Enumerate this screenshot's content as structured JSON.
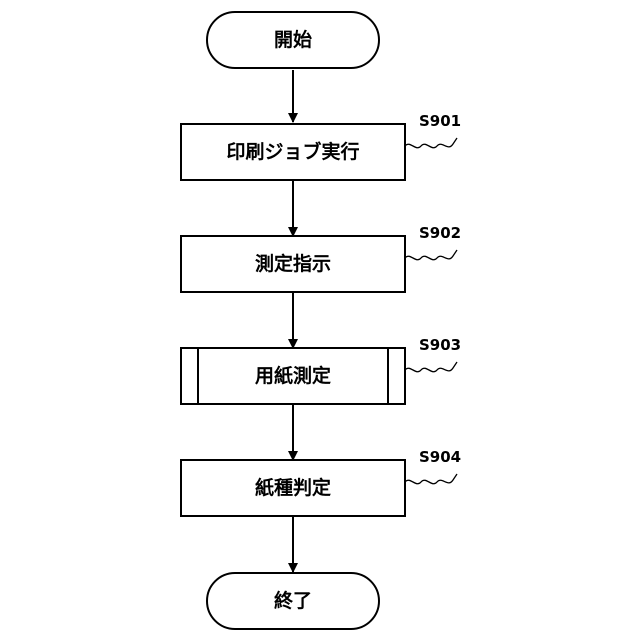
{
  "flowchart": {
    "start": {
      "label": "開始"
    },
    "steps": [
      {
        "id": "S901",
        "label": "印刷ジョブ実行",
        "kind": "process"
      },
      {
        "id": "S902",
        "label": "測定指示",
        "kind": "process"
      },
      {
        "id": "S903",
        "label": "用紙測定",
        "kind": "predefined-process"
      },
      {
        "id": "S904",
        "label": "紙種判定",
        "kind": "process"
      }
    ],
    "end": {
      "label": "終了"
    }
  }
}
